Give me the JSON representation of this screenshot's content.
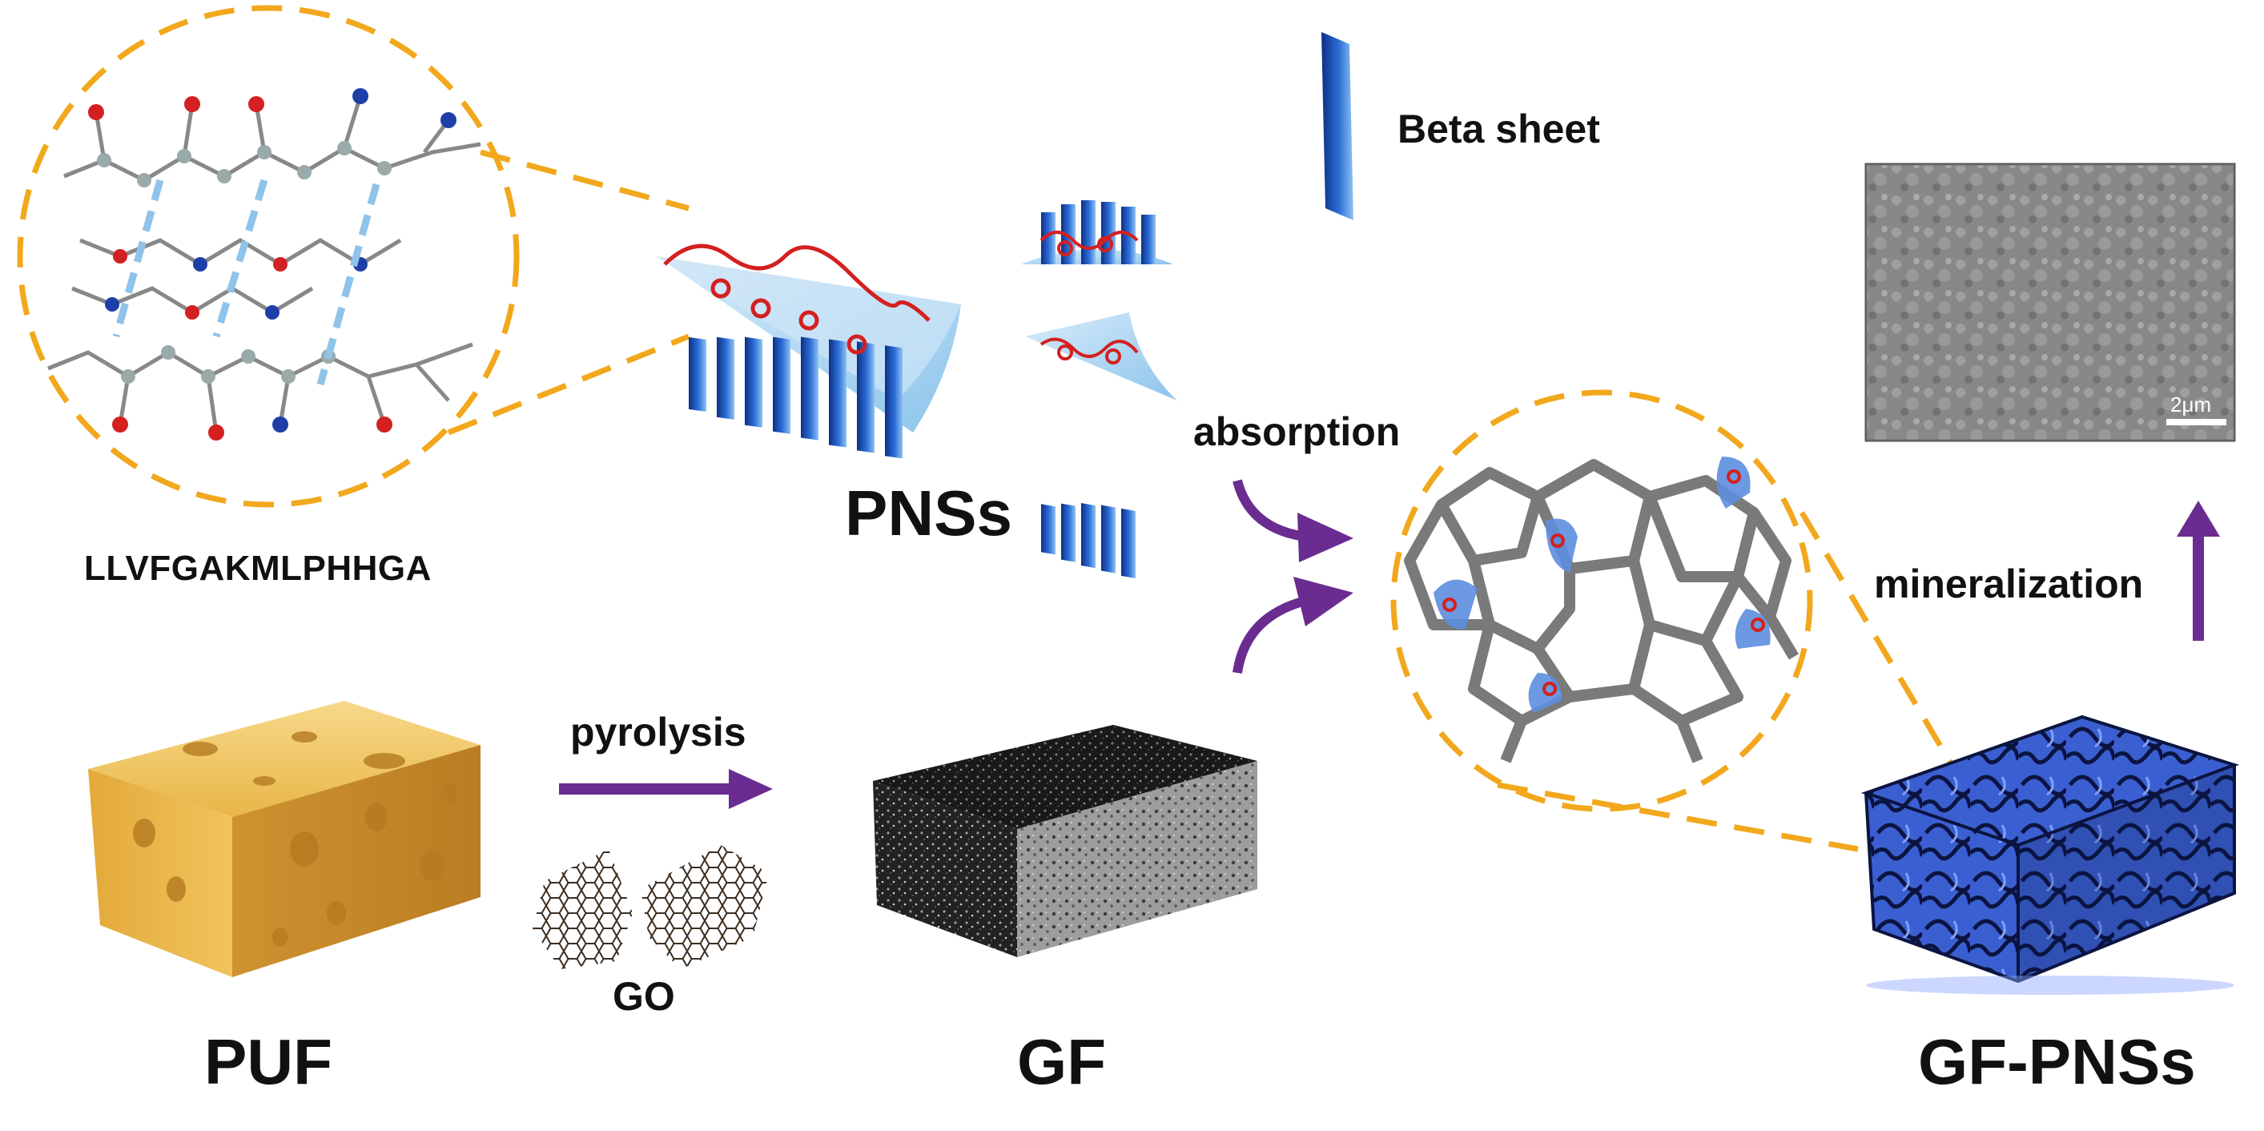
{
  "labels": {
    "peptide_sequence": "LLVFGAKMLPHHGA",
    "pnss": "PNSs",
    "beta_sheet": "Beta sheet",
    "absorption": "absorption",
    "mineralization": "mineralization",
    "pyrolysis": "pyrolysis",
    "go": "GO",
    "puf": "PUF",
    "gf": "GF",
    "gf_pnss": "GF-PNSs",
    "scale_bar": "2μm"
  },
  "colors": {
    "dashed_outline": "#f2a81d",
    "arrow": "#6a2c91",
    "beta_sheet_blue": "#1f4fb0",
    "fan_light": "#a9d3f0",
    "peptide_red": "#d42020",
    "foam_yellow": "#e8b84a",
    "gf_black": "#1a1a1a",
    "gf_pnss_blue": "#3657c8"
  }
}
